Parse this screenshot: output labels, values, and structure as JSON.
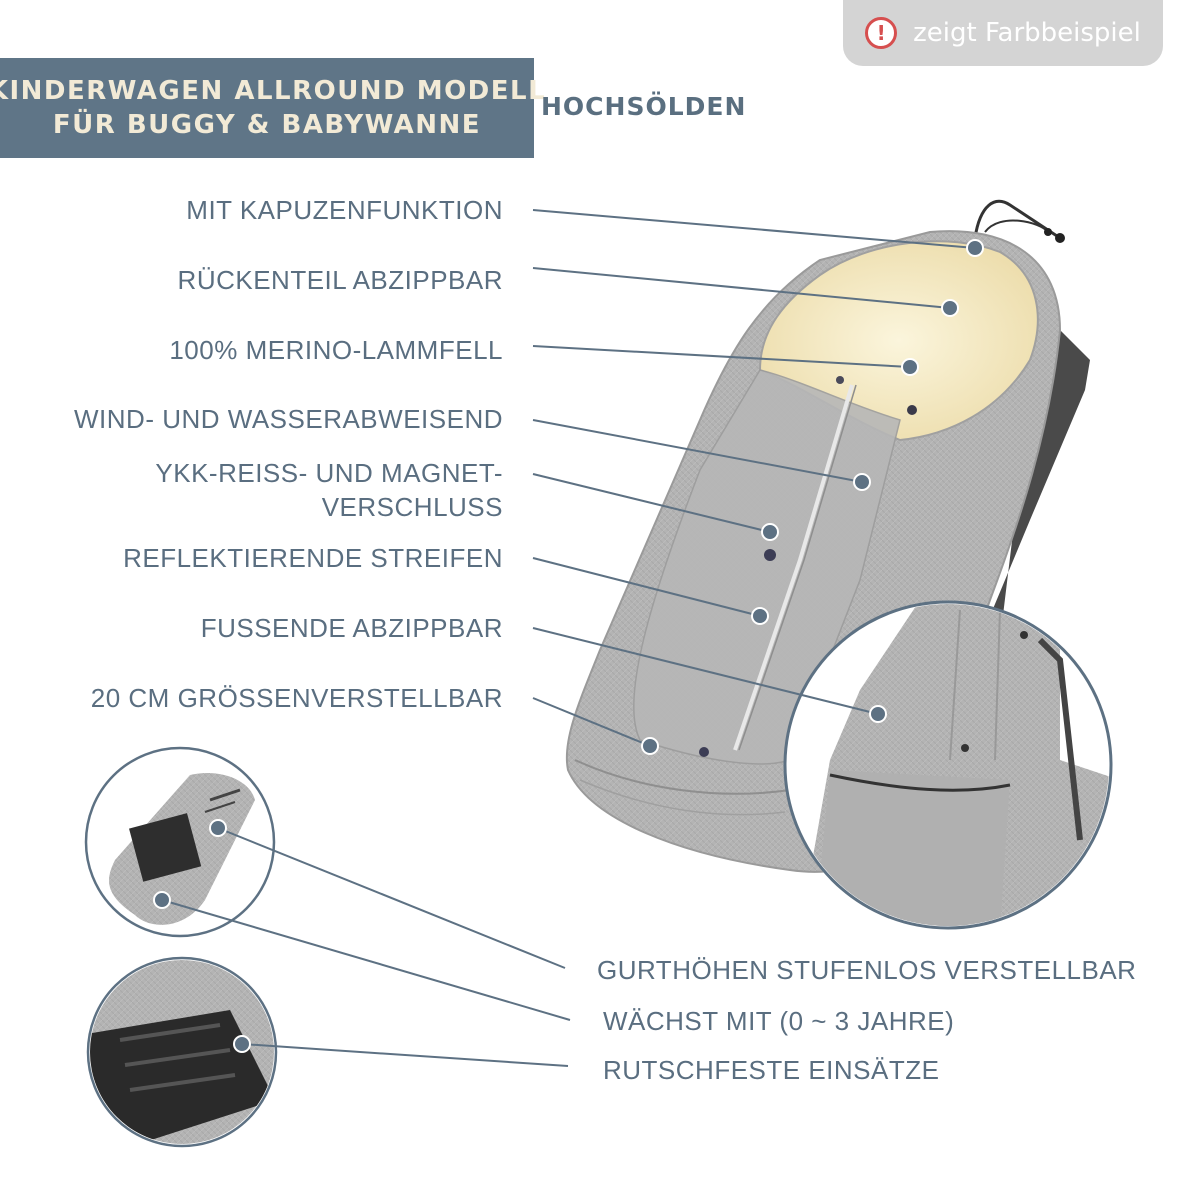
{
  "badge": {
    "text": "zeigt Farbbeispiel",
    "icon": "warning-circle-icon",
    "icon_color": "#d64f4f"
  },
  "banner": {
    "line1": "KINDERWAGEN ALLROUND MODELL",
    "line2": "FÜR BUGGY & BABYWANNE",
    "background": "#5f7587"
  },
  "brand": "HOCHSÖLDEN",
  "features_left": [
    "MIT KAPUZENFUNKTION",
    "RÜCKENTEIL ABZIPPBAR",
    "100%  MERINO-LAMMFELL",
    "WIND- UND WASSERABWEISEND",
    "YKK-REISS- UND  MAGNET-",
    "VERSCHLUSS",
    "REFLEKTIERENDE STREIFEN",
    "FUSSENDE ABZIPPBAR",
    "20 CM  GRÖSSENVERSTELLBAR"
  ],
  "features_right": [
    "GURTHÖHEN STUFENLOS VERSTELLBAR",
    "WÄCHST MIT (0 ~ 3 JAHRE)",
    "RUTSCHFESTE EINSÄTZE"
  ],
  "colors": {
    "label_text": "#5a6e80",
    "line": "#5d7183",
    "fabric": "#b4b4b4",
    "fleece": "#f5ecc9"
  }
}
